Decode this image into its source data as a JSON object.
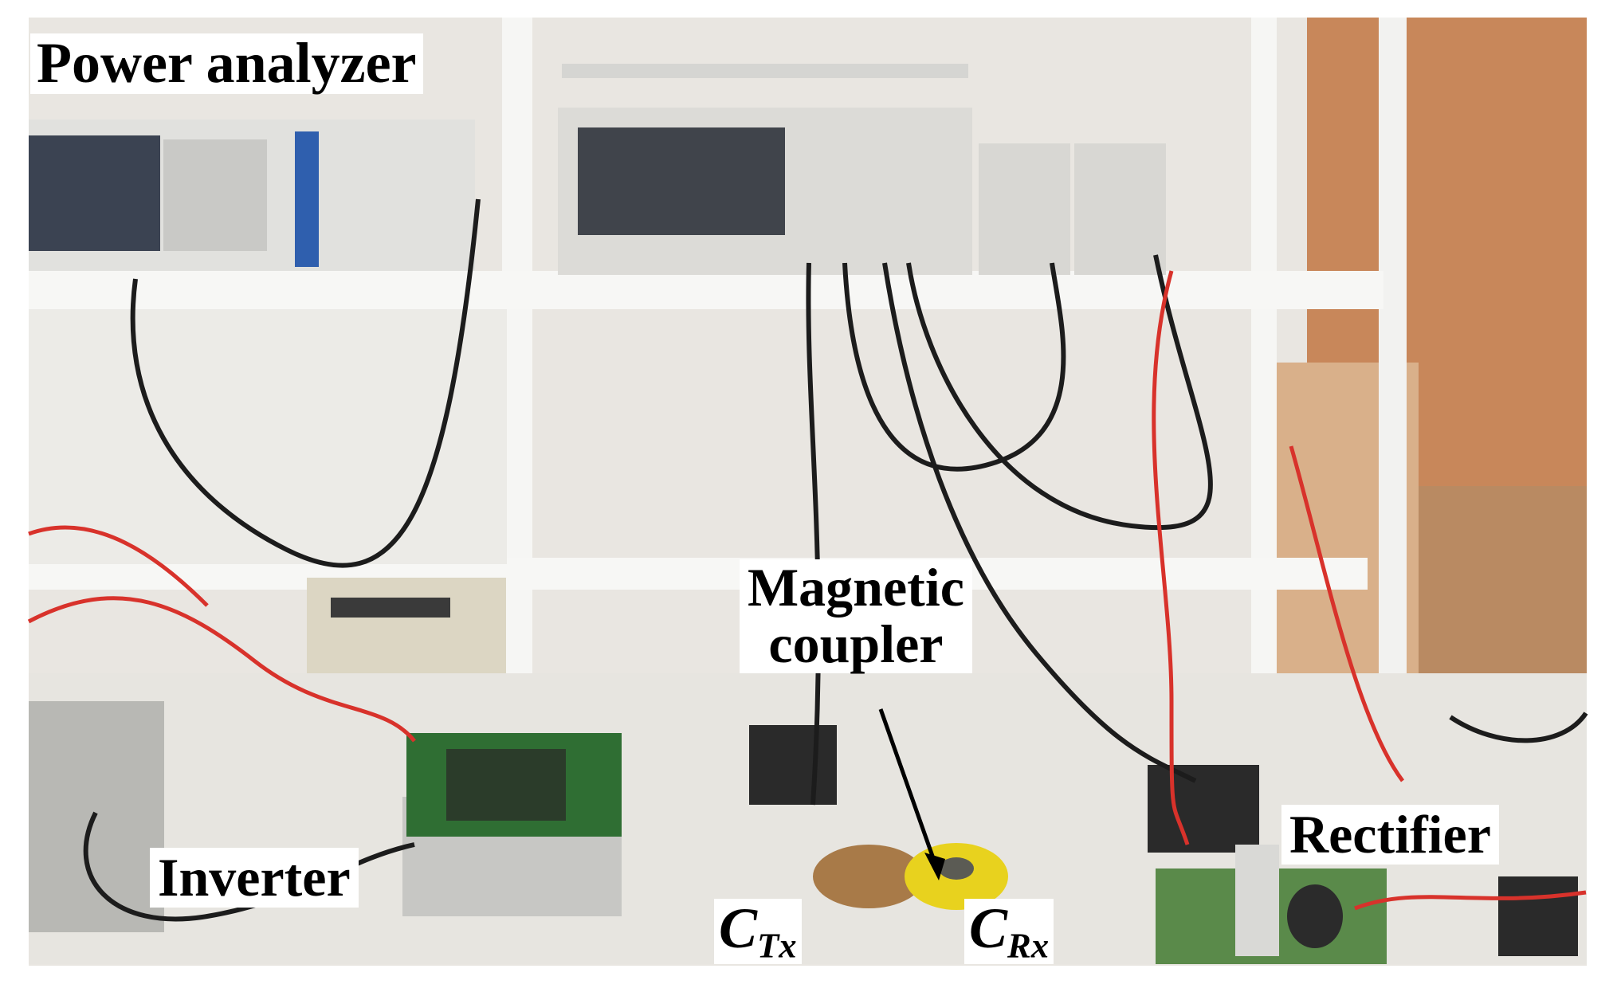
{
  "labels": {
    "power_analyzer": "Power analyzer",
    "magnetic_coupler_line1": "Magnetic",
    "magnetic_coupler_line2": "coupler",
    "inverter": "Inverter",
    "rectifier": "Rectifier",
    "ctx_main": "C",
    "ctx_sub": "Tx",
    "crx_main": "C",
    "crx_sub": "Rx"
  },
  "colors": {
    "wall": "#e9e6e1",
    "shelf_frame": "#f4f4f2",
    "wood_panel": "#c8875a",
    "bench": "#e7e5e0",
    "cable_black": "#1c1c1c",
    "cable_red": "#d8322b",
    "pcb_green": "#2f6e33",
    "coil_yellow": "#e8d21e",
    "coil_brown": "#a87a48"
  }
}
